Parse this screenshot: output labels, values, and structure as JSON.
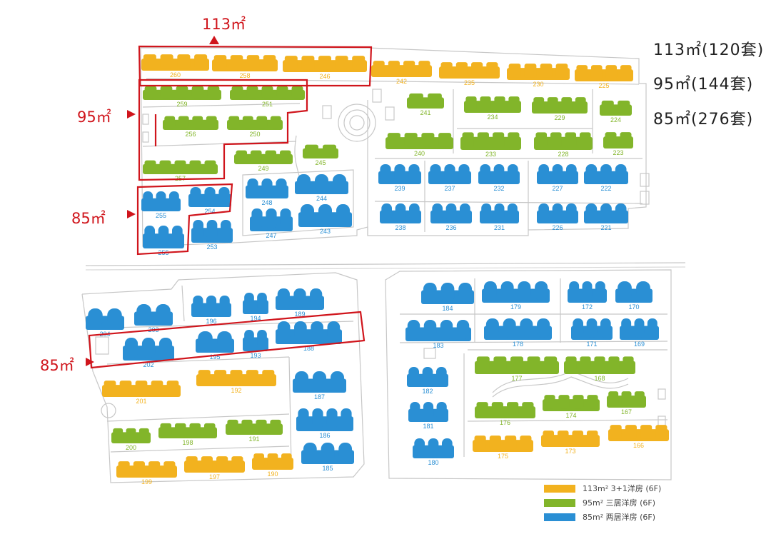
{
  "colors": {
    "gold": "#f2b21f",
    "green": "#82b52a",
    "blue": "#2a8fd4",
    "outline": "#d0151c",
    "road": "#c7c7c7"
  },
  "summary": {
    "line1": "113㎡(120套)",
    "line2": "95㎡(144套)",
    "line3": "85㎡(276套)"
  },
  "callouts": {
    "c113": "113㎡",
    "c95": "95㎡",
    "c85a": "85㎡",
    "c85b": "85㎡"
  },
  "legend": [
    {
      "label": "113m² 3+1洋房 (6F)",
      "color": "gold"
    },
    {
      "label": "95m² 三居洋房 (6F)",
      "color": "green"
    },
    {
      "label": "85m² 两居洋房 (6F)",
      "color": "blue"
    }
  ],
  "buildings": [
    {
      "id": "260",
      "type": "gold"
    },
    {
      "id": "258",
      "type": "gold"
    },
    {
      "id": "246",
      "type": "gold"
    },
    {
      "id": "242",
      "type": "gold"
    },
    {
      "id": "235",
      "type": "gold"
    },
    {
      "id": "230",
      "type": "gold"
    },
    {
      "id": "225",
      "type": "gold"
    },
    {
      "id": "259",
      "type": "green"
    },
    {
      "id": "251",
      "type": "green"
    },
    {
      "id": "256",
      "type": "green"
    },
    {
      "id": "250",
      "type": "green"
    },
    {
      "id": "257",
      "type": "green"
    },
    {
      "id": "249",
      "type": "green"
    },
    {
      "id": "245",
      "type": "green"
    },
    {
      "id": "241",
      "type": "green"
    },
    {
      "id": "234",
      "type": "green"
    },
    {
      "id": "229",
      "type": "green"
    },
    {
      "id": "224",
      "type": "green"
    },
    {
      "id": "240",
      "type": "green"
    },
    {
      "id": "233",
      "type": "green"
    },
    {
      "id": "228",
      "type": "green"
    },
    {
      "id": "223",
      "type": "green"
    },
    {
      "id": "255",
      "type": "blue"
    },
    {
      "id": "254",
      "type": "blue"
    },
    {
      "id": "248",
      "type": "blue"
    },
    {
      "id": "244",
      "type": "blue"
    },
    {
      "id": "239",
      "type": "blue"
    },
    {
      "id": "237",
      "type": "blue"
    },
    {
      "id": "232",
      "type": "blue"
    },
    {
      "id": "227",
      "type": "blue"
    },
    {
      "id": "222",
      "type": "blue"
    },
    {
      "id": "255",
      "type": "blue"
    },
    {
      "id": "253",
      "type": "blue"
    },
    {
      "id": "247",
      "type": "blue"
    },
    {
      "id": "243",
      "type": "blue"
    },
    {
      "id": "238",
      "type": "blue"
    },
    {
      "id": "236",
      "type": "blue"
    },
    {
      "id": "231",
      "type": "blue"
    },
    {
      "id": "226",
      "type": "blue"
    },
    {
      "id": "221",
      "type": "blue"
    },
    {
      "id": "204",
      "type": "blue"
    },
    {
      "id": "203",
      "type": "blue"
    },
    {
      "id": "196",
      "type": "blue"
    },
    {
      "id": "194",
      "type": "blue"
    },
    {
      "id": "189",
      "type": "blue"
    },
    {
      "id": "202",
      "type": "blue"
    },
    {
      "id": "195",
      "type": "blue"
    },
    {
      "id": "193",
      "type": "blue"
    },
    {
      "id": "188",
      "type": "blue"
    },
    {
      "id": "201",
      "type": "gold"
    },
    {
      "id": "192",
      "type": "gold"
    },
    {
      "id": "187",
      "type": "blue"
    },
    {
      "id": "186",
      "type": "blue"
    },
    {
      "id": "200",
      "type": "green"
    },
    {
      "id": "198",
      "type": "green"
    },
    {
      "id": "191",
      "type": "green"
    },
    {
      "id": "185",
      "type": "blue"
    },
    {
      "id": "199",
      "type": "gold"
    },
    {
      "id": "197",
      "type": "gold"
    },
    {
      "id": "190",
      "type": "gold"
    },
    {
      "id": "184",
      "type": "blue"
    },
    {
      "id": "179",
      "type": "blue"
    },
    {
      "id": "172",
      "type": "blue"
    },
    {
      "id": "170",
      "type": "blue"
    },
    {
      "id": "183",
      "type": "blue"
    },
    {
      "id": "178",
      "type": "blue"
    },
    {
      "id": "171",
      "type": "blue"
    },
    {
      "id": "169",
      "type": "blue"
    },
    {
      "id": "182",
      "type": "blue"
    },
    {
      "id": "177",
      "type": "green"
    },
    {
      "id": "168",
      "type": "green"
    },
    {
      "id": "181",
      "type": "blue"
    },
    {
      "id": "176",
      "type": "green"
    },
    {
      "id": "174",
      "type": "green"
    },
    {
      "id": "167",
      "type": "green"
    },
    {
      "id": "180",
      "type": "blue"
    },
    {
      "id": "175",
      "type": "gold"
    },
    {
      "id": "173",
      "type": "gold"
    },
    {
      "id": "166",
      "type": "gold"
    }
  ]
}
